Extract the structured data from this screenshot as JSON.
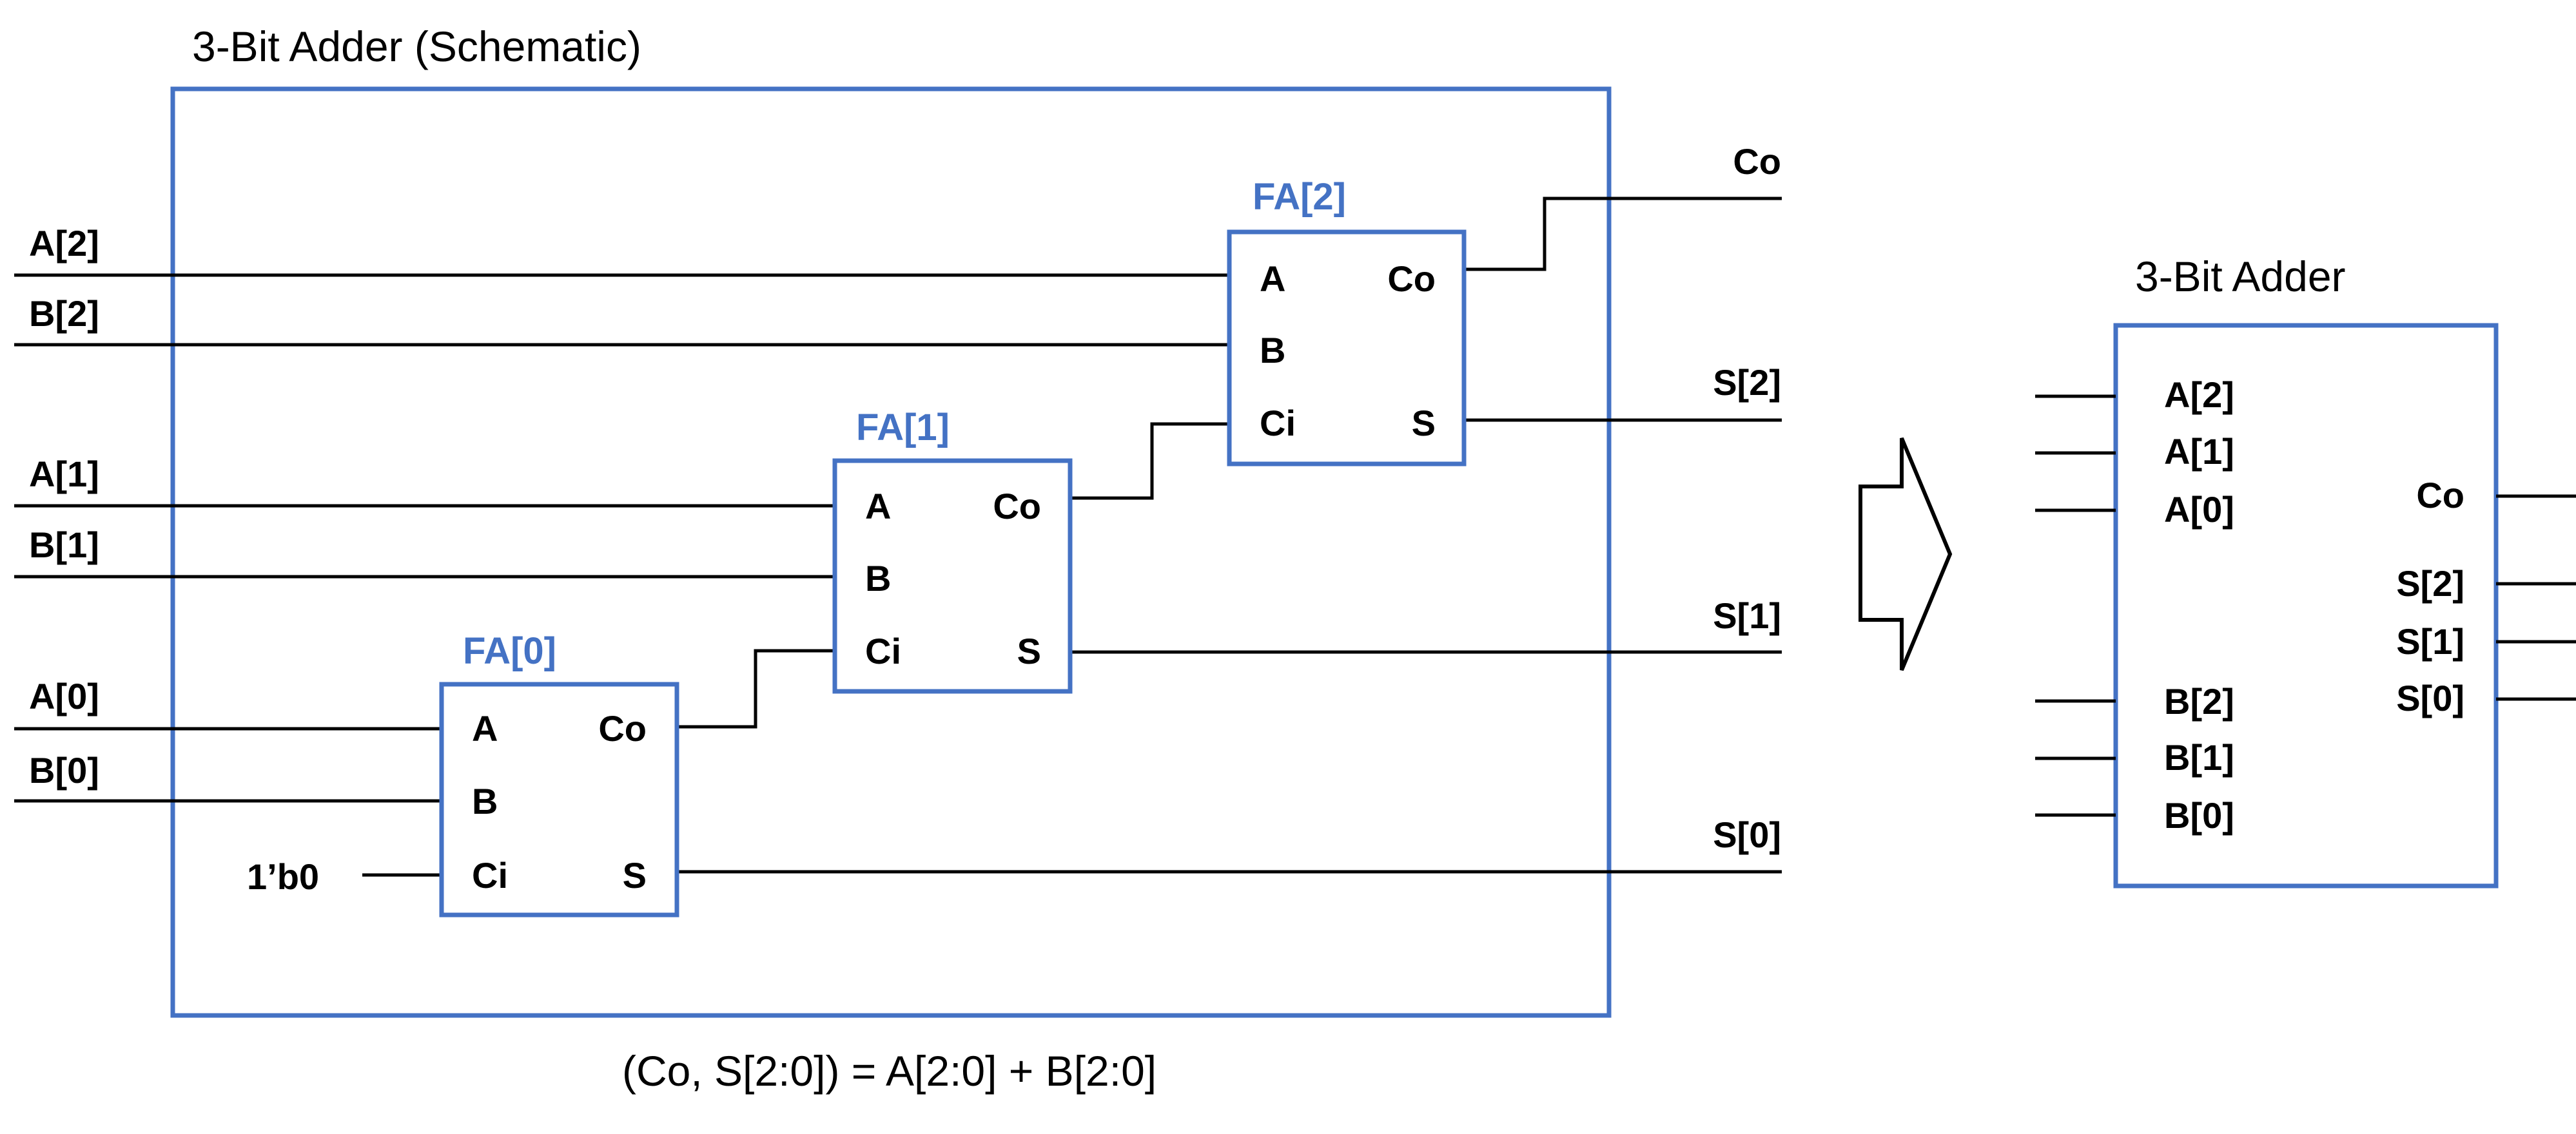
{
  "schematic": {
    "title": "3-Bit Adder (Schematic)",
    "equation": "(Co, S[2:0]) = A[2:0] + B[2:0]",
    "inputs": [
      "A[2]",
      "B[2]",
      "A[1]",
      "B[1]",
      "A[0]",
      "B[0]"
    ],
    "carry_in_const": "1’b0",
    "outputs": [
      "Co",
      "S[2]",
      "S[1]",
      "S[0]"
    ],
    "full_adders": [
      {
        "name": "FA[0]",
        "ports": {
          "a": "A",
          "b": "B",
          "ci": "Ci",
          "co": "Co",
          "s": "S"
        }
      },
      {
        "name": "FA[1]",
        "ports": {
          "a": "A",
          "b": "B",
          "ci": "Ci",
          "co": "Co",
          "s": "S"
        }
      },
      {
        "name": "FA[2]",
        "ports": {
          "a": "A",
          "b": "B",
          "ci": "Ci",
          "co": "Co",
          "s": "S"
        }
      }
    ]
  },
  "block": {
    "title": "3-Bit Adder",
    "inputs": [
      "A[2]",
      "A[1]",
      "A[0]",
      "B[2]",
      "B[1]",
      "B[0]"
    ],
    "outputs": [
      "Co",
      "S[2]",
      "S[1]",
      "S[0]"
    ]
  },
  "colors": {
    "accent": "#4472C4",
    "wire": "#000000"
  }
}
